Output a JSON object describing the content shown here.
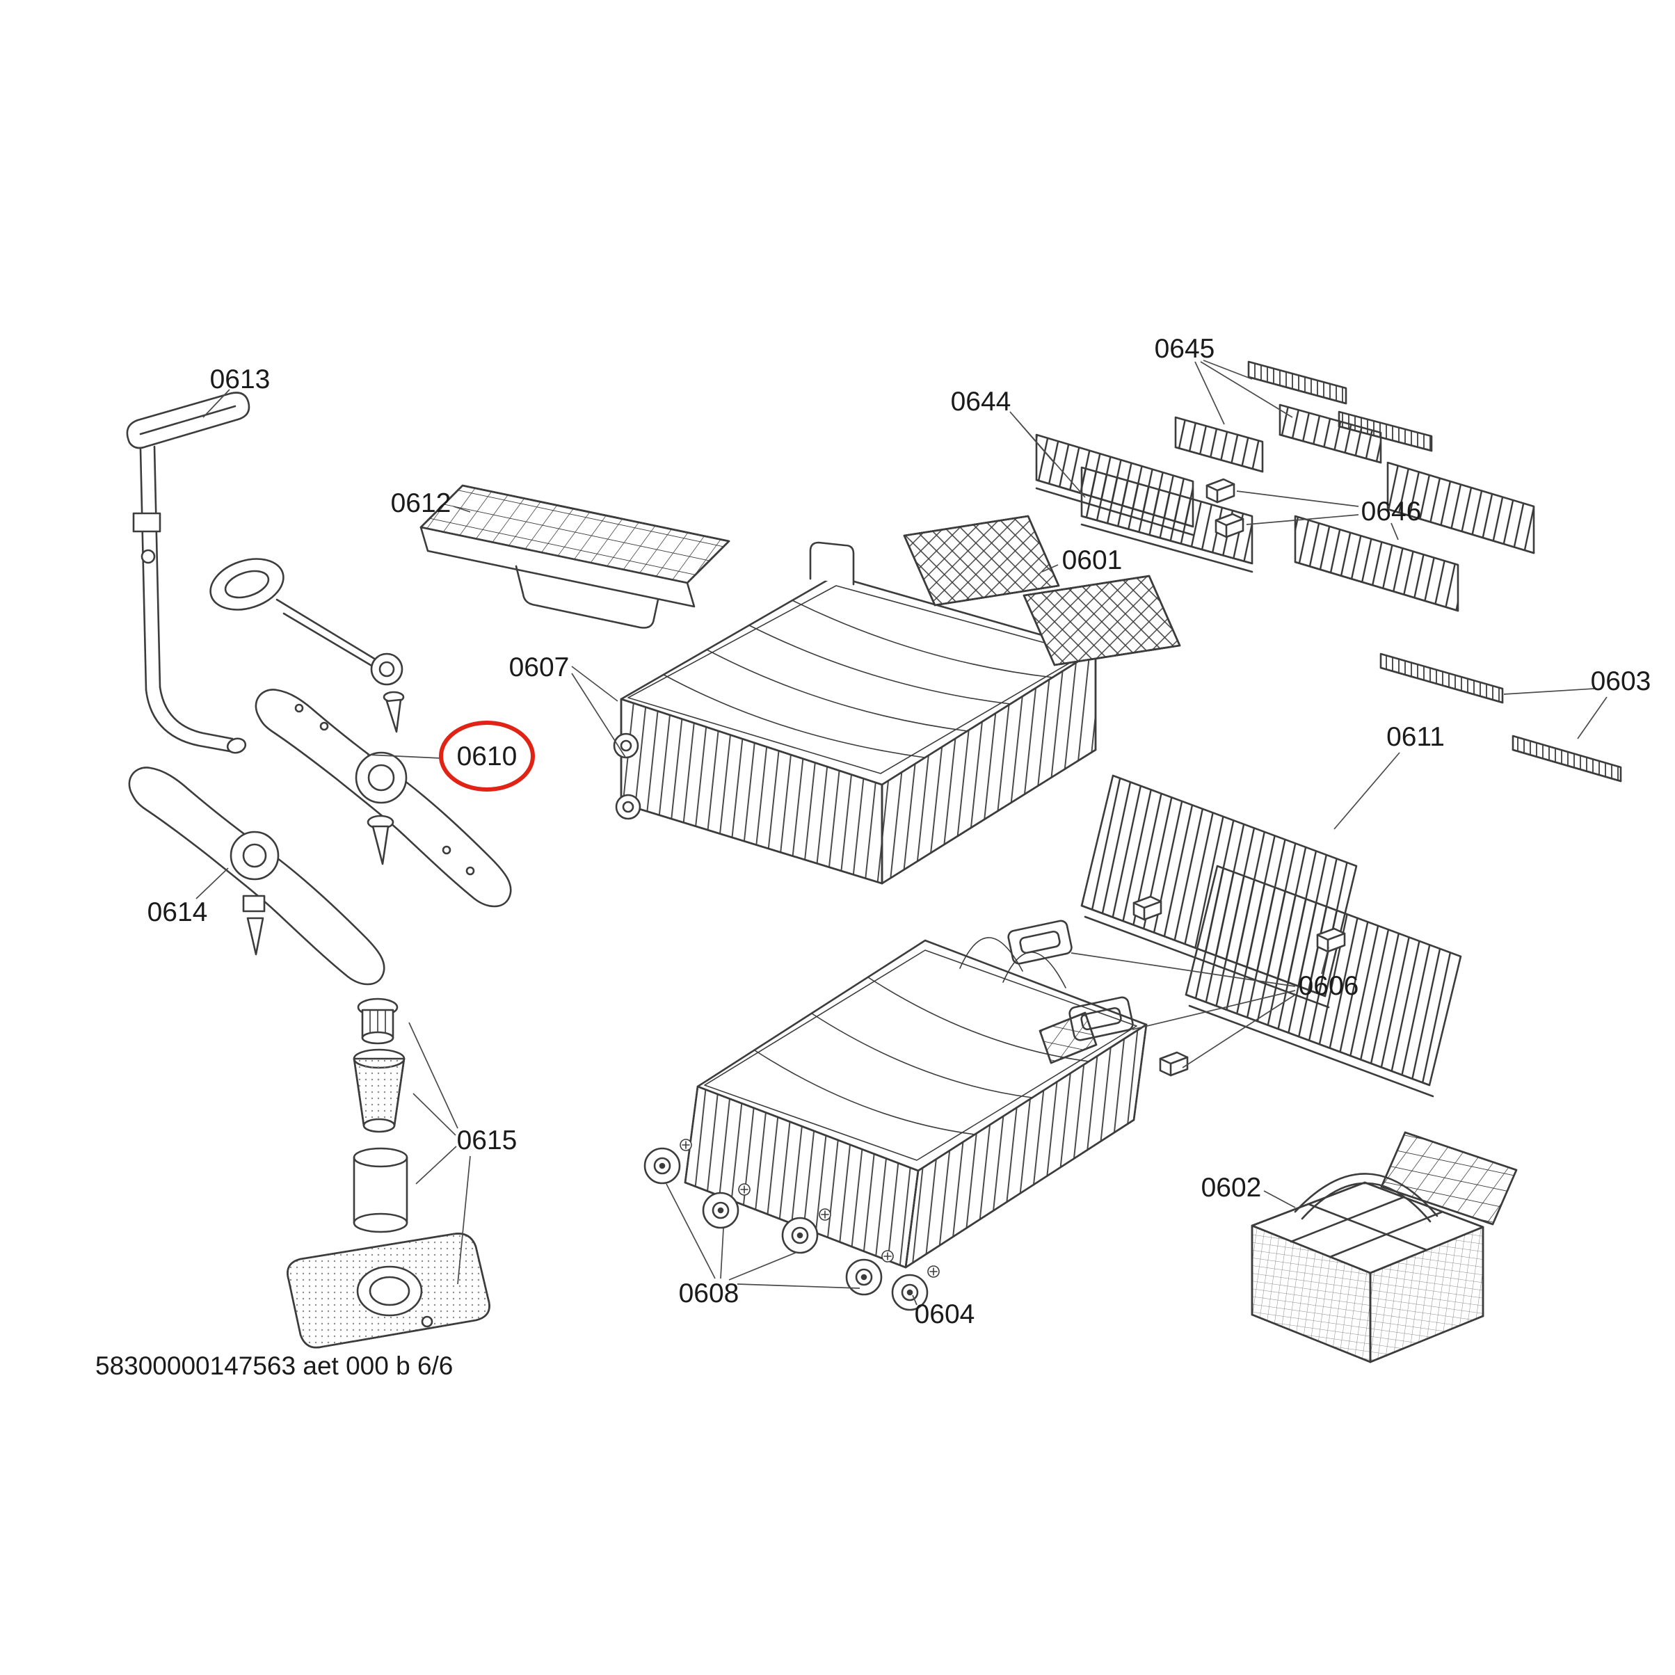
{
  "colors": {
    "background": "#ffffff",
    "line": "#3c3c3c",
    "text": "#1a1a1a",
    "highlight": "#e02315"
  },
  "doc_code": "58300000147563 aet 000 b 6/6",
  "highlighted_label": "0610",
  "labels": {
    "l0613": "0613",
    "l0612": "0612",
    "l0607": "0607",
    "l0610": "0610",
    "l0614": "0614",
    "l0615": "0615",
    "l0601": "0601",
    "l0644": "0644",
    "l0645": "0645",
    "l0646": "0646",
    "l0603": "0603",
    "l0611": "0611",
    "l0606": "0606",
    "l0602": "0602",
    "l0608": "0608",
    "l0604": "0604"
  }
}
